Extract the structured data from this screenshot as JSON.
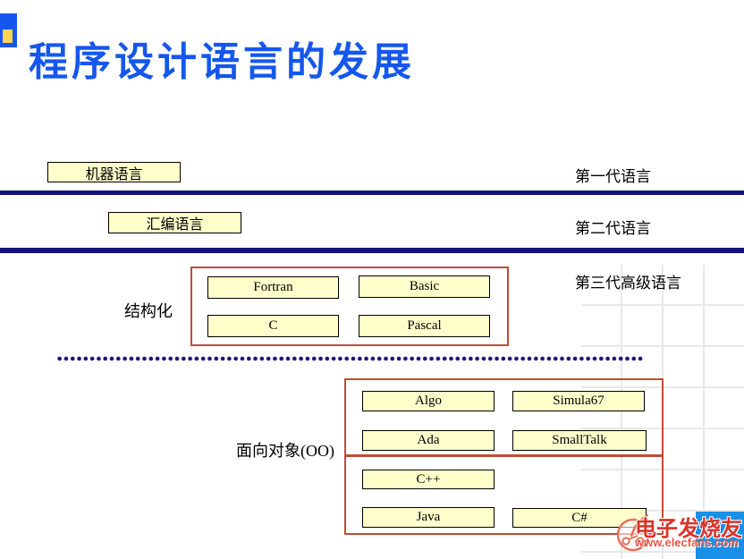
{
  "title": "程序设计语言的发展",
  "rows": {
    "gen1_box": "机器语言",
    "gen1_label": "第一代语言",
    "gen2_box": "汇编语言",
    "gen2_label": "第二代语言",
    "gen3_label": "第三代高级语言"
  },
  "structured": {
    "group_label": "结构化",
    "languages": [
      "Fortran",
      "Basic",
      "C",
      "Pascal"
    ]
  },
  "oo": {
    "group_label": "面向对象(OO)",
    "row1": [
      "Algo",
      "Simula67"
    ],
    "row2": [
      "Ada",
      "SmallTalk"
    ],
    "row3": [
      "C++"
    ],
    "row4": [
      "Java",
      "C#"
    ]
  },
  "watermark": {
    "brand": "电子发烧友",
    "url": "www.elecfans.com"
  },
  "colors": {
    "title_blue": "#1557EC",
    "divider_navy": "#12127E",
    "box_fill": "#FFFFCC",
    "box_border": "#000000",
    "group_border": "#C34A38",
    "watermark_blue": "#1990E8",
    "watermark_red": "#D83328",
    "bullet_yellow": "#FFD34F"
  }
}
